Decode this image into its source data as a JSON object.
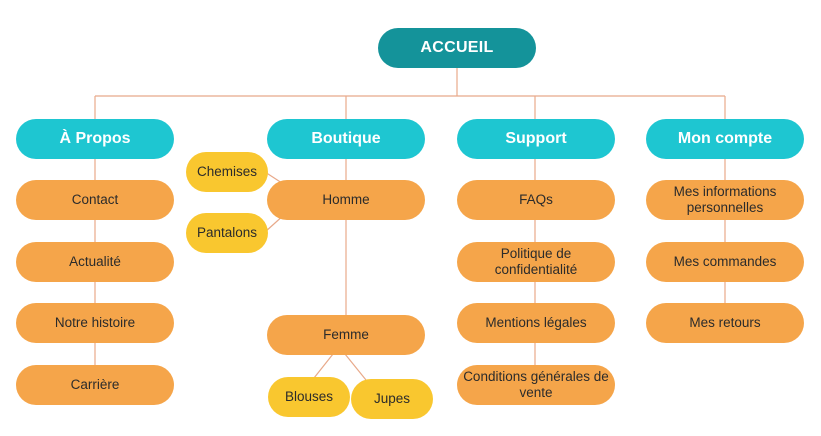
{
  "root": {
    "label": "ACCUEIL"
  },
  "categories": [
    {
      "label": "À Propos"
    },
    {
      "label": "Boutique"
    },
    {
      "label": "Support"
    },
    {
      "label": "Mon compte"
    }
  ],
  "a_propos": {
    "items": [
      "Contact",
      "Actualité",
      "Notre histoire",
      "Carrière"
    ]
  },
  "boutique": {
    "homme": {
      "label": "Homme",
      "children": [
        "Chemises",
        "Pantalons"
      ]
    },
    "femme": {
      "label": "Femme",
      "children": [
        "Blouses",
        "Jupes"
      ]
    }
  },
  "support": {
    "items": [
      "FAQs",
      "Politique de confidentialité",
      "Mentions légales",
      "Conditions générales de vente"
    ]
  },
  "mon_compte": {
    "items": [
      "Mes informations personnelles",
      "Mes commandes",
      "Mes retours"
    ]
  },
  "colors": {
    "root": "#14939A",
    "category": "#1EC6D1",
    "page": "#F5A54A",
    "subpage": "#F9C72F",
    "connector": "#E8A98A"
  }
}
